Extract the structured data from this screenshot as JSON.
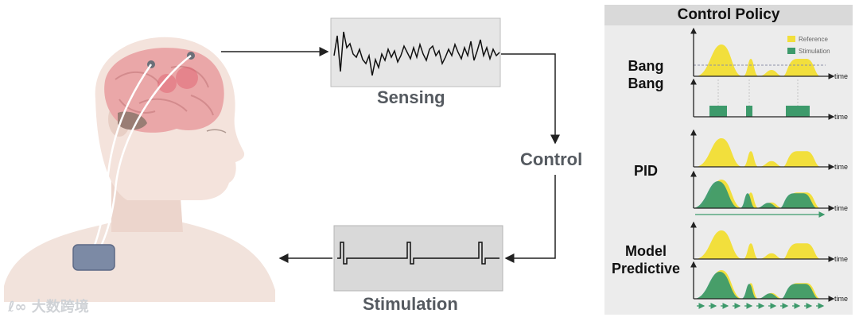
{
  "labels": {
    "sensing": "Sensing",
    "control": "Control",
    "stimulation": "Stimulation"
  },
  "policy_panel": {
    "title": "Control Policy",
    "policies": [
      {
        "line1": "Bang",
        "line2": "Bang"
      },
      {
        "line1": "PID",
        "line2": ""
      },
      {
        "line1": "Model",
        "line2": "Predictive"
      }
    ],
    "legend": {
      "reference": "Reference",
      "stimulation": "Stimulation"
    },
    "axis_label": "time"
  },
  "watermark": "大数跨境",
  "colors": {
    "reference": "#f2df3c",
    "stimulation": "#3d9a6b",
    "panel_bg": "#ececec",
    "header_bg": "#d9d9d9",
    "box_bg": "#e6e6e6",
    "label": "#555a60"
  }
}
